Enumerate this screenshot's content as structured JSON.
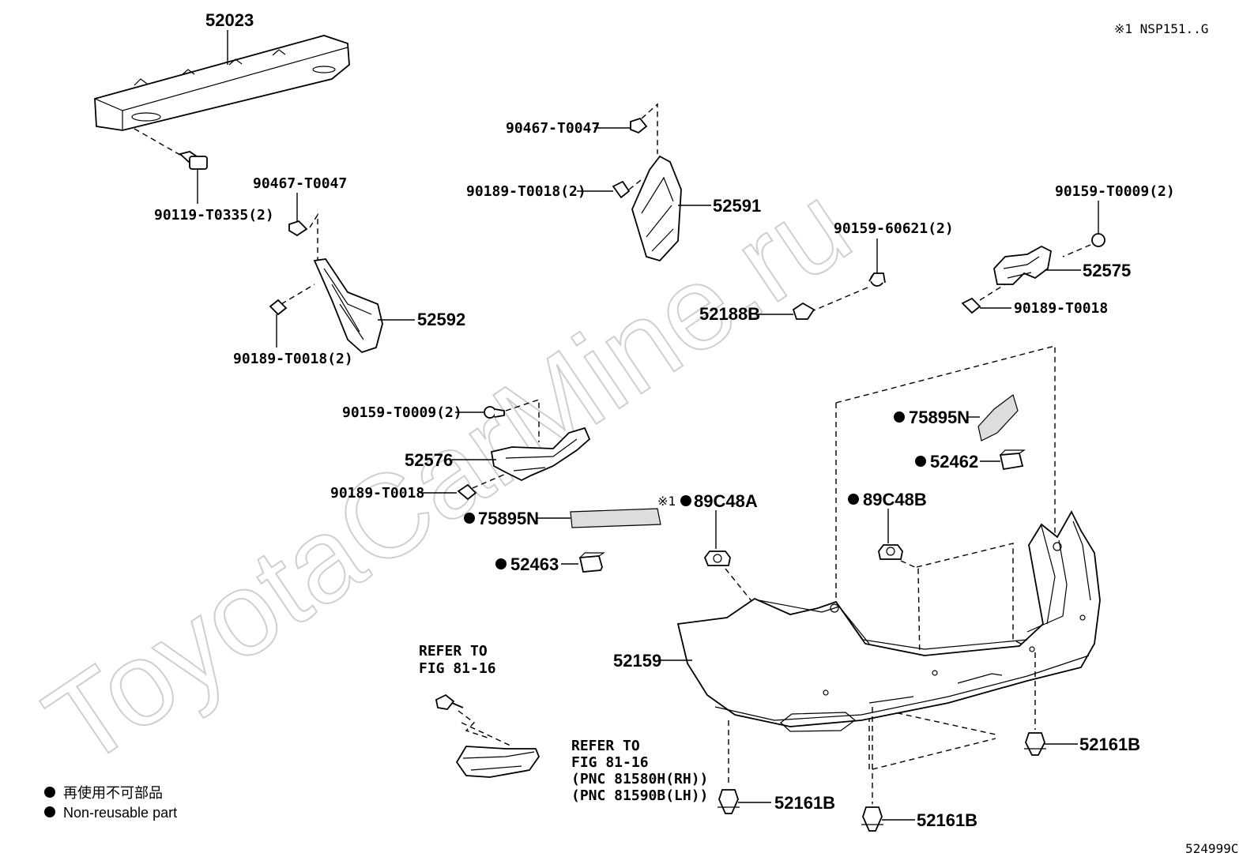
{
  "header": {
    "model_note": "※1 NSP151..G"
  },
  "footer": {
    "figure_id": "524999C"
  },
  "watermark": "ToyotaCarMine.ru",
  "legend": {
    "jp": "再使用不可部品",
    "en": "Non-reusable part"
  },
  "parts": {
    "p52023": "52023",
    "p90119": "90119-T0335(2)",
    "p90467_left": "90467-T0047",
    "p52592": "52592",
    "p90189_left": "90189-T0018(2)",
    "p90467_center": "90467-T0047",
    "p90189_center": "90189-T0018(2)",
    "p52591": "52591",
    "p90159_60621": "90159-60621(2)",
    "p52188B": "52188B",
    "p90159_right": "90159-T0009(2)",
    "p52575": "52575",
    "p90189_right": "90189-T0018",
    "p90159_mid": "90159-T0009(2)",
    "p52576": "52576",
    "p90189_mid": "90189-T0018",
    "p75895N_left": "75895N",
    "p52463": "52463",
    "p89C48A": "89C48A",
    "p89C48A_prefix": "※1",
    "p89C48B": "89C48B",
    "p75895N_right": "75895N",
    "p52462": "52462",
    "p52159": "52159",
    "p52161B_a": "52161B",
    "p52161B_b": "52161B",
    "p52161B_c": "52161B"
  },
  "refer_top": {
    "line1": "REFER TO",
    "line2": "FIG 81-16"
  },
  "refer_bottom": {
    "line1": "REFER TO",
    "line2": "FIG 81-16",
    "line3": "(PNC 81580H(RH))",
    "line4": "(PNC 81590B(LH))"
  }
}
